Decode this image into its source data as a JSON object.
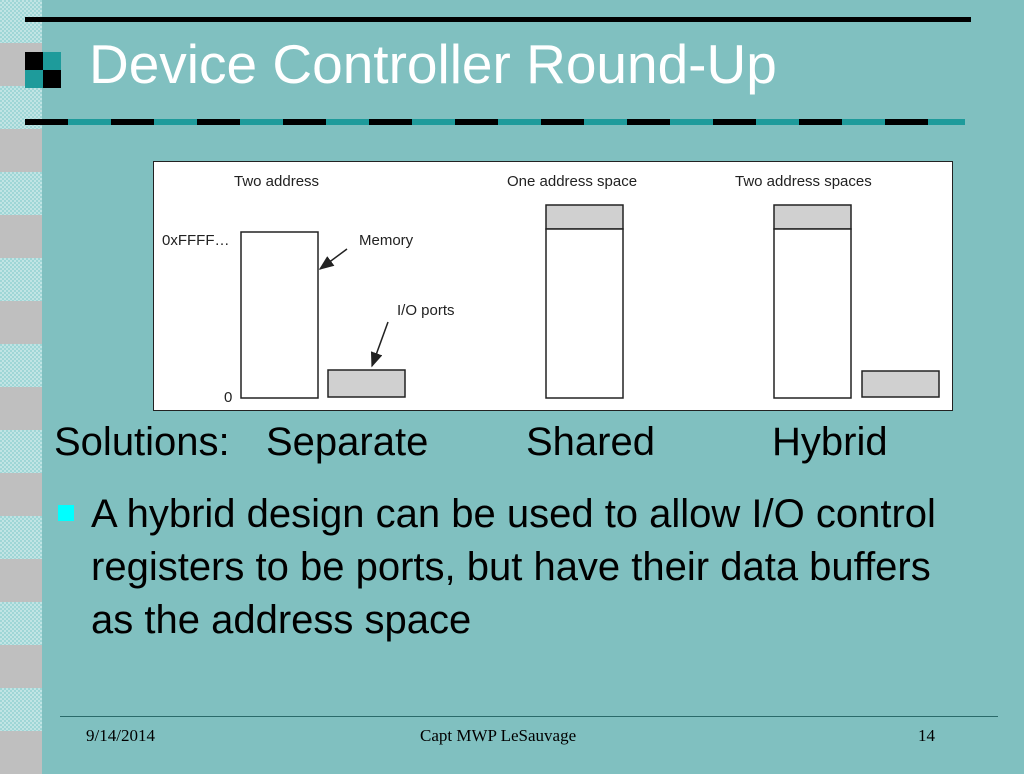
{
  "slide": {
    "title": "Device Controller Round-Up",
    "colors": {
      "background": "#80c0c0",
      "title_text": "#ffffff",
      "accent_teal": "#1e9b9b",
      "bullet": "#00ffff",
      "io_fill": "#d0d0d0"
    }
  },
  "figure": {
    "panels": [
      {
        "label": "Two address"
      },
      {
        "label": "One address space"
      },
      {
        "label": "Two address spaces"
      }
    ],
    "labels": {
      "top_address": "0xFFFF…",
      "bottom_address": "0",
      "memory": "Memory",
      "io_ports": "I/O ports"
    }
  },
  "solutions": {
    "prefix": "Solutions:",
    "options": [
      "Separate",
      "Shared",
      "Hybrid"
    ]
  },
  "bullets": [
    {
      "text": "A hybrid design can be used to allow I/O control registers to be ports, but have their data buffers as the address space"
    }
  ],
  "footer": {
    "date": "9/14/2014",
    "author": "Capt MWP LeSauvage",
    "page": "14"
  }
}
